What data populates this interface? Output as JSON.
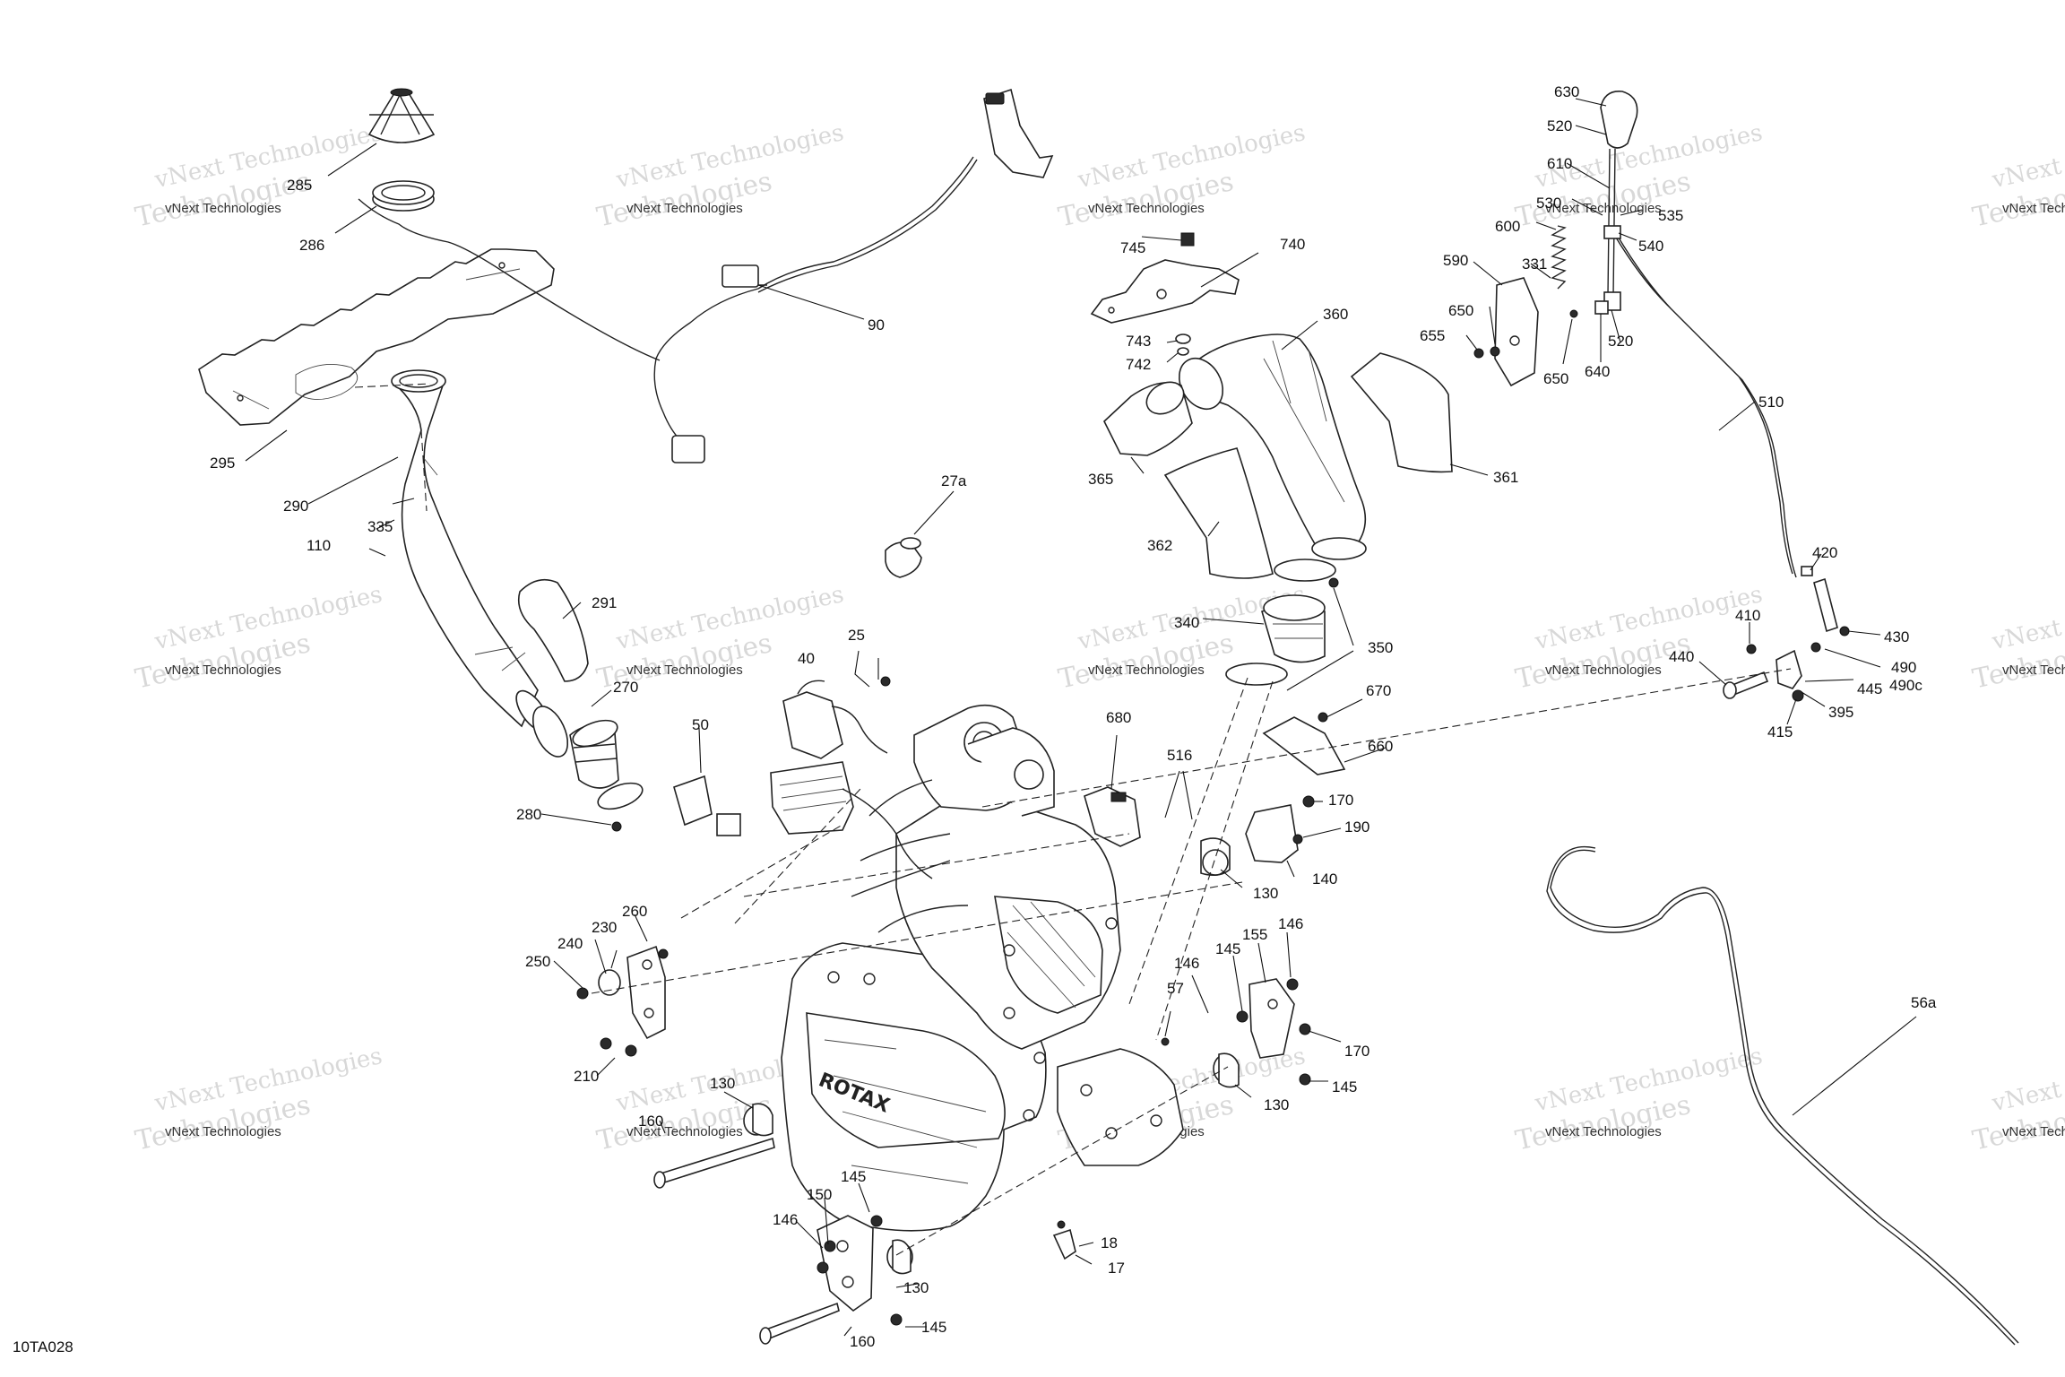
{
  "diagram_id": "10TA028",
  "watermark": {
    "line1": "vNext Technologies",
    "line2": "Technologies"
  },
  "callouts": [
    {
      "id": "285",
      "text": "285"
    },
    {
      "id": "286",
      "text": "286"
    },
    {
      "id": "295",
      "text": "295"
    },
    {
      "id": "290",
      "text": "290"
    },
    {
      "id": "335",
      "text": "335"
    },
    {
      "id": "110",
      "text": "110"
    },
    {
      "id": "291",
      "text": "291"
    },
    {
      "id": "270",
      "text": "270"
    },
    {
      "id": "280",
      "text": "280"
    },
    {
      "id": "90",
      "text": "90"
    },
    {
      "id": "27a",
      "text": "27a"
    },
    {
      "id": "25",
      "text": "25"
    },
    {
      "id": "40",
      "text": "40"
    },
    {
      "id": "50",
      "text": "50"
    },
    {
      "id": "260",
      "text": "260"
    },
    {
      "id": "240",
      "text": "240"
    },
    {
      "id": "230",
      "text": "230"
    },
    {
      "id": "250",
      "text": "250"
    },
    {
      "id": "210",
      "text": "210"
    },
    {
      "id": "160a",
      "text": "160"
    },
    {
      "id": "130a",
      "text": "130"
    },
    {
      "id": "145a",
      "text": "145"
    },
    {
      "id": "150",
      "text": "150"
    },
    {
      "id": "146a",
      "text": "146"
    },
    {
      "id": "130b",
      "text": "130"
    },
    {
      "id": "145b",
      "text": "145"
    },
    {
      "id": "160b",
      "text": "160"
    },
    {
      "id": "18",
      "text": "18"
    },
    {
      "id": "17",
      "text": "17"
    },
    {
      "id": "57",
      "text": "57"
    },
    {
      "id": "745",
      "text": "745"
    },
    {
      "id": "740",
      "text": "740"
    },
    {
      "id": "743",
      "text": "743"
    },
    {
      "id": "742",
      "text": "742"
    },
    {
      "id": "360",
      "text": "360"
    },
    {
      "id": "365",
      "text": "365"
    },
    {
      "id": "361",
      "text": "361"
    },
    {
      "id": "362",
      "text": "362"
    },
    {
      "id": "340",
      "text": "340"
    },
    {
      "id": "350",
      "text": "350"
    },
    {
      "id": "680",
      "text": "680"
    },
    {
      "id": "516",
      "text": "516"
    },
    {
      "id": "670",
      "text": "670"
    },
    {
      "id": "660",
      "text": "660"
    },
    {
      "id": "170a",
      "text": "170"
    },
    {
      "id": "190",
      "text": "190"
    },
    {
      "id": "140",
      "text": "140"
    },
    {
      "id": "130c",
      "text": "130"
    },
    {
      "id": "146b",
      "text": "146"
    },
    {
      "id": "145c",
      "text": "145"
    },
    {
      "id": "155",
      "text": "155"
    },
    {
      "id": "146c",
      "text": "146"
    },
    {
      "id": "170b",
      "text": "170"
    },
    {
      "id": "145d",
      "text": "145"
    },
    {
      "id": "130d",
      "text": "130"
    },
    {
      "id": "630",
      "text": "630"
    },
    {
      "id": "520a",
      "text": "520"
    },
    {
      "id": "610",
      "text": "610"
    },
    {
      "id": "530",
      "text": "530"
    },
    {
      "id": "535",
      "text": "535"
    },
    {
      "id": "540",
      "text": "540"
    },
    {
      "id": "600",
      "text": "600"
    },
    {
      "id": "331",
      "text": "331"
    },
    {
      "id": "590",
      "text": "590"
    },
    {
      "id": "650a",
      "text": "650"
    },
    {
      "id": "655",
      "text": "655"
    },
    {
      "id": "650b",
      "text": "650"
    },
    {
      "id": "640",
      "text": "640"
    },
    {
      "id": "520b",
      "text": "520"
    },
    {
      "id": "510",
      "text": "510"
    },
    {
      "id": "420",
      "text": "420"
    },
    {
      "id": "410",
      "text": "410"
    },
    {
      "id": "430",
      "text": "430"
    },
    {
      "id": "440",
      "text": "440"
    },
    {
      "id": "490",
      "text": "490"
    },
    {
      "id": "445",
      "text": "445"
    },
    {
      "id": "490c",
      "text": "490c"
    },
    {
      "id": "395",
      "text": "395"
    },
    {
      "id": "415",
      "text": "415"
    },
    {
      "id": "56a",
      "text": "56a"
    }
  ]
}
